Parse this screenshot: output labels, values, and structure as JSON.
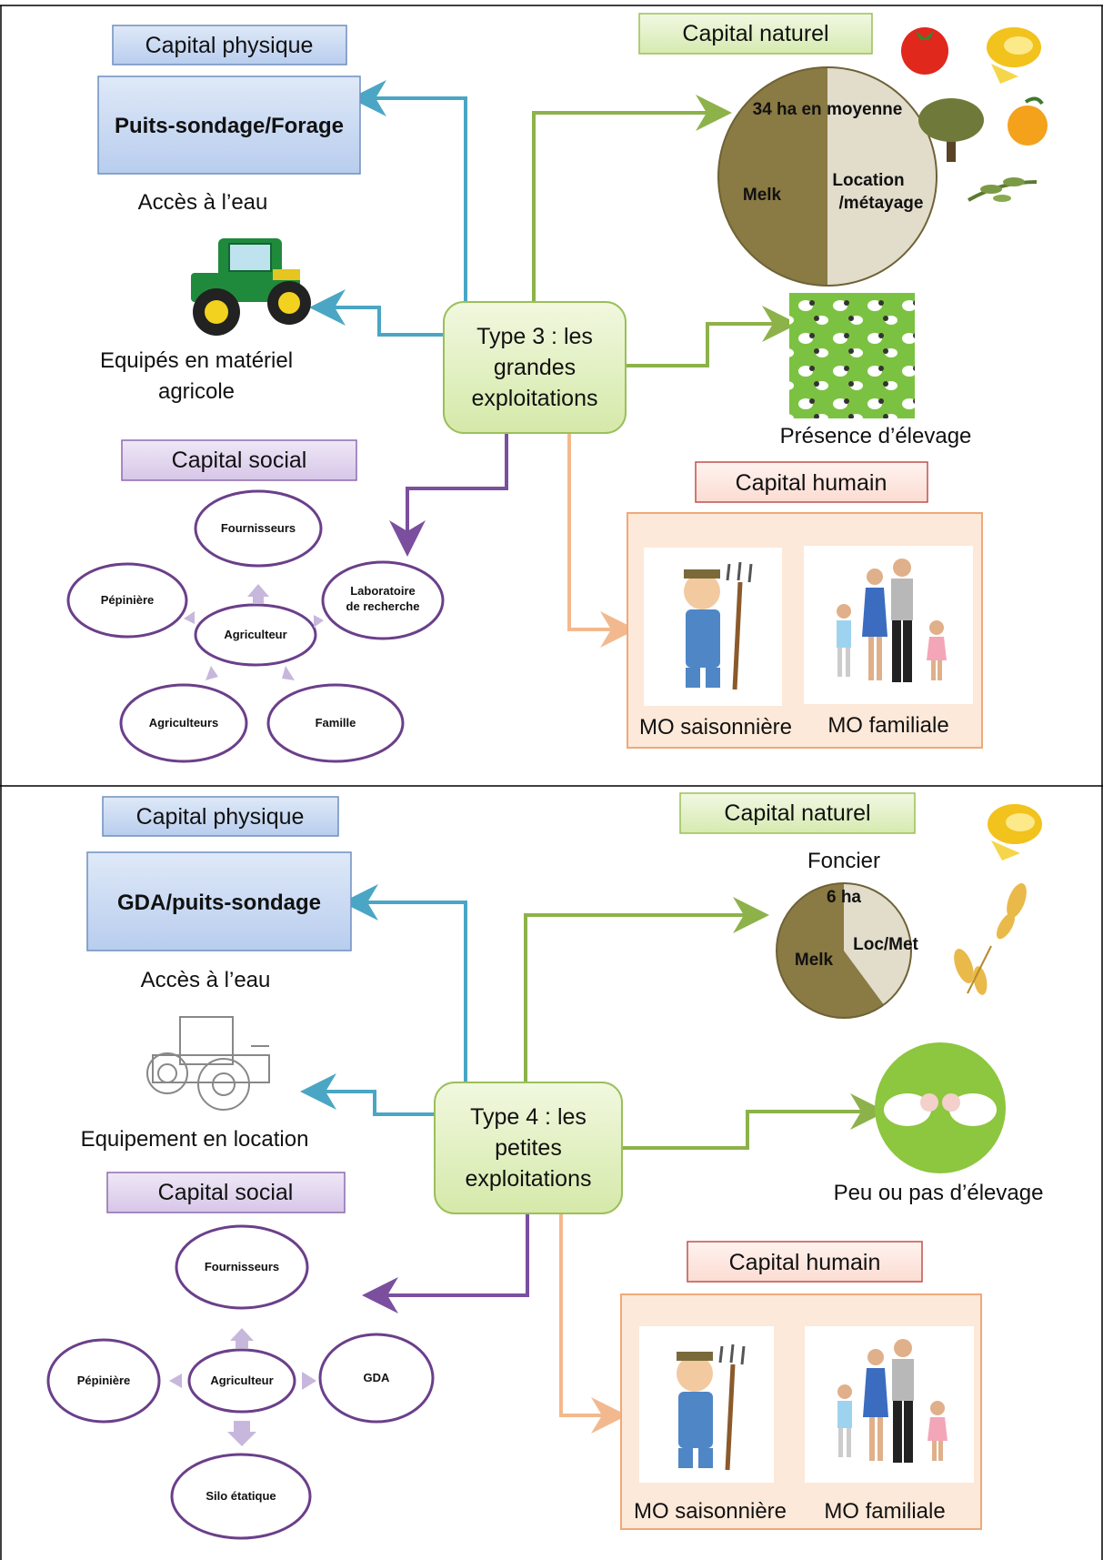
{
  "colors": {
    "water_arrow": "#4aa6c4",
    "natural_arrow": "#8db24a",
    "social_arrow": "#7b4f9e",
    "human_arrow": "#f7c8a4",
    "type_box_fill": "#e6f2c8",
    "type_box_stroke": "#9bbf5a",
    "blue_box_fill": "#c9d9f0",
    "blue_box_stroke": "#6f8fbf",
    "green_label_fill": "#e4f1cb",
    "purple_label_fill": "#e4d8ee",
    "pink_label_fill": "#fbe3dc",
    "human_panel_fill": "#fde9d9",
    "pie_melk": "#8a7a43",
    "pie_loc": "#e2dccb",
    "oval_stroke": "#6b3f8a"
  },
  "top": {
    "capital_physique": "Capital physique",
    "water_source": "Puits-sondage/Forage",
    "acces_eau": "Accès à l’eau",
    "equipment_line1": "Equipés en matériel",
    "equipment_line2": "agricole",
    "type_line1": "Type 3 : les",
    "type_line2": "grandes",
    "type_line3": "exploitations",
    "capital_naturel": "Capital naturel",
    "pie_title": "34 ha en moyenne",
    "pie_melk": "Melk",
    "pie_loc_line1": "Location",
    "pie_loc_line2": "/métayage",
    "elevage": "Présence d’élevage",
    "capital_social": "Capital social",
    "social": {
      "center": "Agriculteur",
      "fournisseurs": "Fournisseurs",
      "pepiniere": "Pépinière",
      "labo_line1": "Laboratoire",
      "labo_line2": "de recherche",
      "agriculteurs": "Agriculteurs",
      "famille": "Famille"
    },
    "capital_humain": "Capital humain",
    "mo_saisonniere": "MO saisonnière",
    "mo_familiale": "MO familiale"
  },
  "bottom": {
    "capital_physique": "Capital physique",
    "water_source": "GDA/puits-sondage",
    "acces_eau": "Accès à l’eau",
    "equipment": "Equipement en location",
    "type_line1": "Type 4 : les",
    "type_line2": "petites",
    "type_line3": "exploitations",
    "capital_naturel": "Capital naturel",
    "foncier": "Foncier",
    "pie_title": "6 ha",
    "pie_melk": "Melk",
    "pie_loc": "Loc/Met",
    "elevage": "Peu ou pas d’élevage",
    "capital_social": "Capital social",
    "social": {
      "center": "Agriculteur",
      "fournisseurs": "Fournisseurs",
      "pepiniere": "Pépinière",
      "gda": "GDA",
      "silo": "Silo étatique"
    },
    "capital_humain": "Capital humain",
    "mo_saisonniere": "MO saisonnière",
    "mo_familiale": "MO familiale"
  }
}
